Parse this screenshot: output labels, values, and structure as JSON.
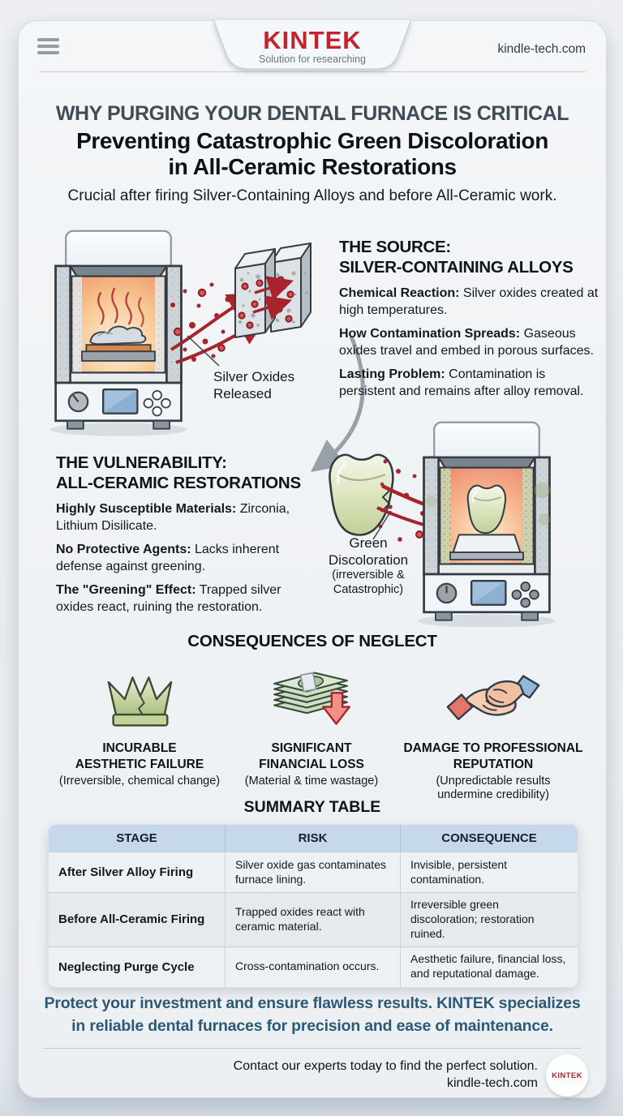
{
  "header": {
    "brand": "KINTEK",
    "tagline": "Solution for researching",
    "website": "kindle-tech.com"
  },
  "title": {
    "kicker": "WHY PURGING YOUR DENTAL FURNACE IS CRITICAL",
    "heading": "Preventing Catastrophic Green Discoloration\nin All-Ceramic Restorations",
    "subtitle": "Crucial after firing Silver-Containing Alloys and before All-Ceramic work."
  },
  "source_section": {
    "heading": "THE SOURCE:\nSILVER-CONTAINING ALLOYS",
    "items": [
      {
        "label": "Chemical Reaction:",
        "text": " Silver oxides created at high temperatures."
      },
      {
        "label": "How Contamination Spreads:",
        "text": " Gaseous oxides travel and embed in porous surfaces."
      },
      {
        "label": "Lasting Problem:",
        "text": " Contamination is persistent and remains after alloy removal."
      }
    ],
    "callout": "Silver Oxides\nReleased"
  },
  "vulnerability_section": {
    "heading": "THE VULNERABILITY:\nALL-CERAMIC RESTORATIONS",
    "items": [
      {
        "label": "Highly Susceptible Materials:",
        "text": " Zirconia, Lithium Disilicate."
      },
      {
        "label": "No Protective Agents:",
        "text": " Lacks inherent defense against greening."
      },
      {
        "label": "The \"Greening\" Effect:",
        "text": " Trapped silver oxides react, ruining the restoration."
      }
    ],
    "callout_main": "Green\nDiscoloration",
    "callout_sub": "(irreversible &\nCatastrophic)"
  },
  "consequences": {
    "heading": "CONSEQUENCES OF NEGLECT",
    "items": [
      {
        "icon": "cracked-crown-icon",
        "title": "INCURABLE\nAESTHETIC FAILURE",
        "note": "(Irreversible, chemical change)"
      },
      {
        "icon": "money-loss-icon",
        "title": "SIGNIFICANT\nFINANCIAL LOSS",
        "note": "(Material & time wastage)"
      },
      {
        "icon": "handshake-icon",
        "title": "DAMAGE TO PROFESSIONAL\nREPUTATION",
        "note": "(Unpredictable results\nundermine credibility)"
      }
    ]
  },
  "summary_table": {
    "heading": "SUMMARY TABLE",
    "columns": [
      "STAGE",
      "RISK",
      "CONSEQUENCE"
    ],
    "rows": [
      [
        "After Silver Alloy Firing",
        "Silver oxide gas contaminates furnace lining.",
        "Invisible, persistent contamination."
      ],
      [
        "Before All-Ceramic Firing",
        "Trapped oxides react with ceramic material.",
        "Irreversible green discoloration; restoration ruined."
      ],
      [
        "Neglecting Purge Cycle",
        "Cross-contamination occurs.",
        "Aesthetic failure, financial loss, and reputational damage."
      ]
    ]
  },
  "footer": {
    "cta": "Protect your investment and ensure flawless results. KINTEK specializes\nin reliable dental furnaces for precision and ease of maintenance.",
    "contact_line": "Contact our experts today to find the perfect solution.",
    "contact_site": "kindle-tech.com",
    "badge": "KINTEK"
  },
  "colors": {
    "accent_red": "#b5242d",
    "table_header_bg": "#c5d8ec",
    "cta_blue": "#2b5a77"
  }
}
